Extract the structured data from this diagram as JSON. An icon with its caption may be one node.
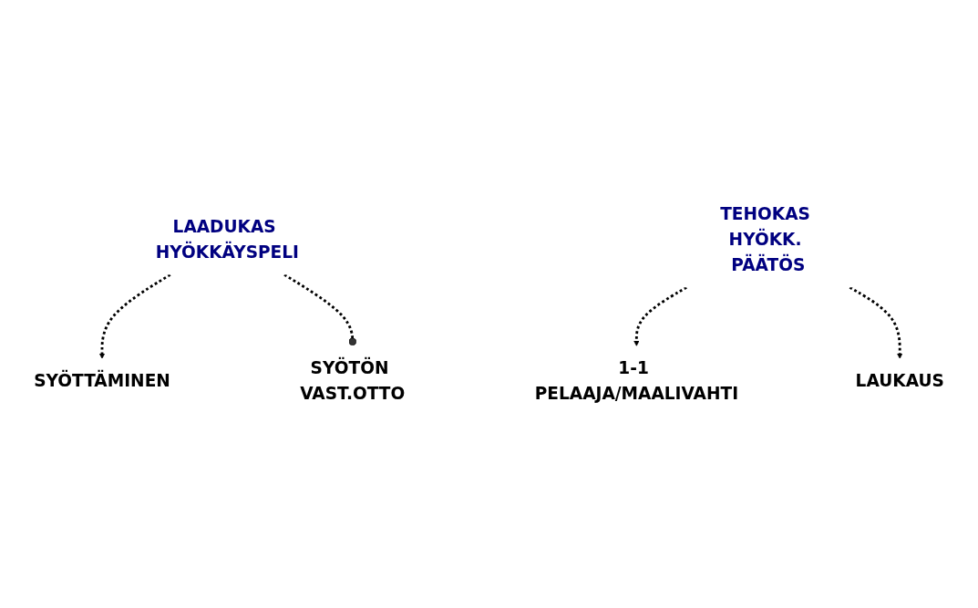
{
  "diagram": {
    "nodes": [
      {
        "text": [
          "LAADUKAS HYÖKKÄYSPELI"
        ]
      },
      {
        "text": [
          "SYÖTTÄMINEN"
        ]
      },
      {
        "text": [
          "SYÖTÖN VAST.OTTO"
        ]
      },
      {
        "text": [
          "TEHOKAS HYÖKK. PÄÄTÖS"
        ]
      },
      {
        "text": [
          "1-1 PELAAJA/MAALIVAHTI"
        ]
      },
      {
        "text": [
          "LAUKAUS"
        ]
      }
    ],
    "edges": [
      {
        "from": 0,
        "to": 1,
        "arrow": "to",
        "style": "dashed"
      },
      {
        "from": 0,
        "to": 2,
        "arrow": "other",
        "style": "dashed"
      },
      {
        "from": 3,
        "to": 4,
        "arrow": "to",
        "style": "dashed"
      },
      {
        "from": 3,
        "to": 5,
        "arrow": "to",
        "style": "dashed"
      }
    ]
  }
}
